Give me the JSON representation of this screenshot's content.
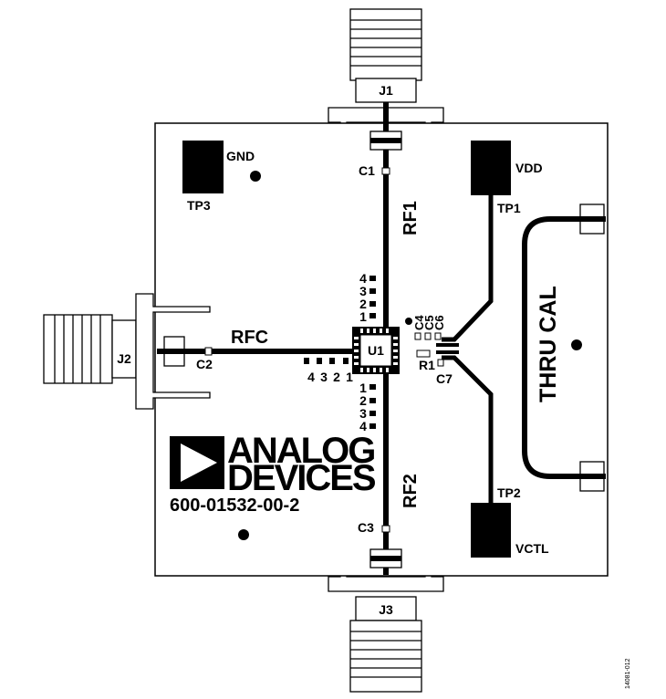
{
  "connectors": {
    "j1": "J1",
    "j2": "J2",
    "j3": "J3"
  },
  "test_points": {
    "tp1": "TP1",
    "tp2": "TP2",
    "tp3": "TP3",
    "gnd": "GND",
    "vdd": "VDD",
    "vctl": "VCTL"
  },
  "components": {
    "c1": "C1",
    "c2": "C2",
    "c3": "C3",
    "c4": "C4",
    "c5": "C5",
    "c6": "C6",
    "c7": "C7",
    "r1": "R1",
    "u1": "U1"
  },
  "traces": {
    "rf1": "RF1",
    "rf2": "RF2",
    "rfc": "RFC",
    "thru_cal": "THRU CAL"
  },
  "pin_labels": {
    "top": [
      "4",
      "3",
      "2",
      "1"
    ],
    "left": [
      "4",
      "3",
      "2",
      "1"
    ],
    "bottom": [
      "1",
      "2",
      "3",
      "4"
    ]
  },
  "logo": {
    "line1": "ANALOG",
    "line2": "DEVICES"
  },
  "part_number": "600-01532-00-2",
  "figure_id": "14081-012"
}
